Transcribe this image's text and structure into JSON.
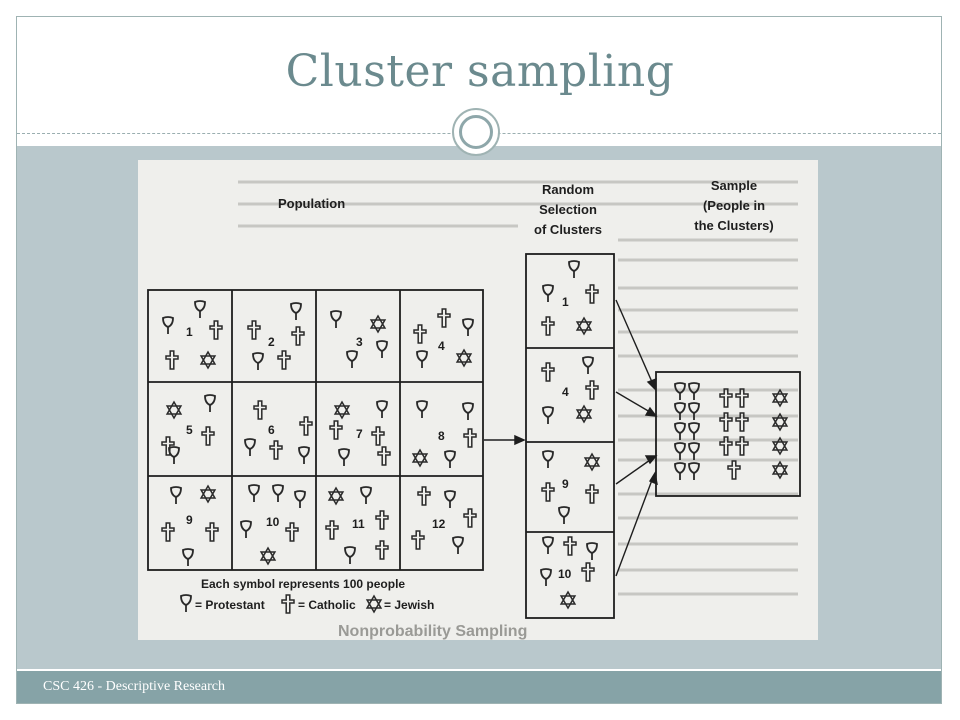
{
  "slide": {
    "title": "Cluster sampling",
    "footer": "CSC 426 - Descriptive Research"
  },
  "diagram": {
    "population_label": "Population",
    "selection_label": [
      "Random",
      "Selection",
      "of Clusters"
    ],
    "sample_label": [
      "Sample",
      "(People in",
      "the Clusters)"
    ],
    "clusters": [
      "1",
      "2",
      "3",
      "4",
      "5",
      "6",
      "7",
      "8",
      "9",
      "10",
      "11",
      "12"
    ],
    "selected_clusters": [
      "1",
      "4",
      "9",
      "10"
    ],
    "legend_title": "Each symbol represents 100 people",
    "legend": {
      "protestant": "= Protestant",
      "catholic": "= Catholic",
      "jewish": "= Jewish"
    },
    "background_heading": "Nonprobability Sampling"
  },
  "colors": {
    "title": "#6b8a8e",
    "band": "#b9c8cc",
    "footer": "#86a3a7",
    "ink": "#2a2a2a"
  }
}
